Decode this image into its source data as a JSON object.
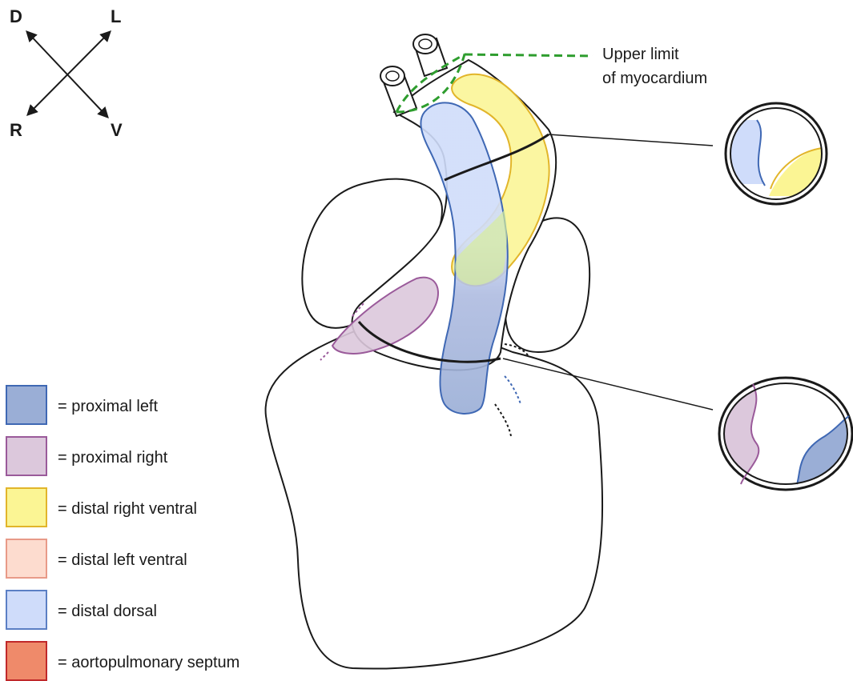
{
  "orientation": {
    "dorsal": "D",
    "left": "L",
    "right": "R",
    "ventral": "V"
  },
  "callout": {
    "line1": "Upper limit",
    "line2": "of myocardium"
  },
  "colors": {
    "proximal_left": "#9aaed6",
    "proximal_right": "#dcc8dc",
    "distal_right_ventral": "#fbf594",
    "distal_left_ventral": "#fddccf",
    "distal_dorsal": "#cfdcfa",
    "aortopulmonary_septum": "#ef8a6a",
    "limit_line": "#2e9d2e"
  },
  "legend": [
    {
      "key": "proximal_left",
      "label": "= proximal left",
      "fill": "#9aaed6",
      "stroke": "#3f68b4"
    },
    {
      "key": "proximal_right",
      "label": "= proximal right",
      "fill": "#dcc8dc",
      "stroke": "#9a5a9a"
    },
    {
      "key": "distal_right_ventral",
      "label": "= distal right ventral",
      "fill": "#fbf594",
      "stroke": "#e2b52a"
    },
    {
      "key": "distal_left_ventral",
      "label": "= distal left ventral",
      "fill": "#fddccf",
      "stroke": "#e89a88"
    },
    {
      "key": "distal_dorsal",
      "label": "= distal dorsal",
      "fill": "#cfdcfa",
      "stroke": "#5b7fc4"
    },
    {
      "key": "aortopulmonary_septum",
      "label": "= aortopulmonary septum",
      "fill": "#ef8a6a",
      "stroke": "#c0282a"
    }
  ]
}
